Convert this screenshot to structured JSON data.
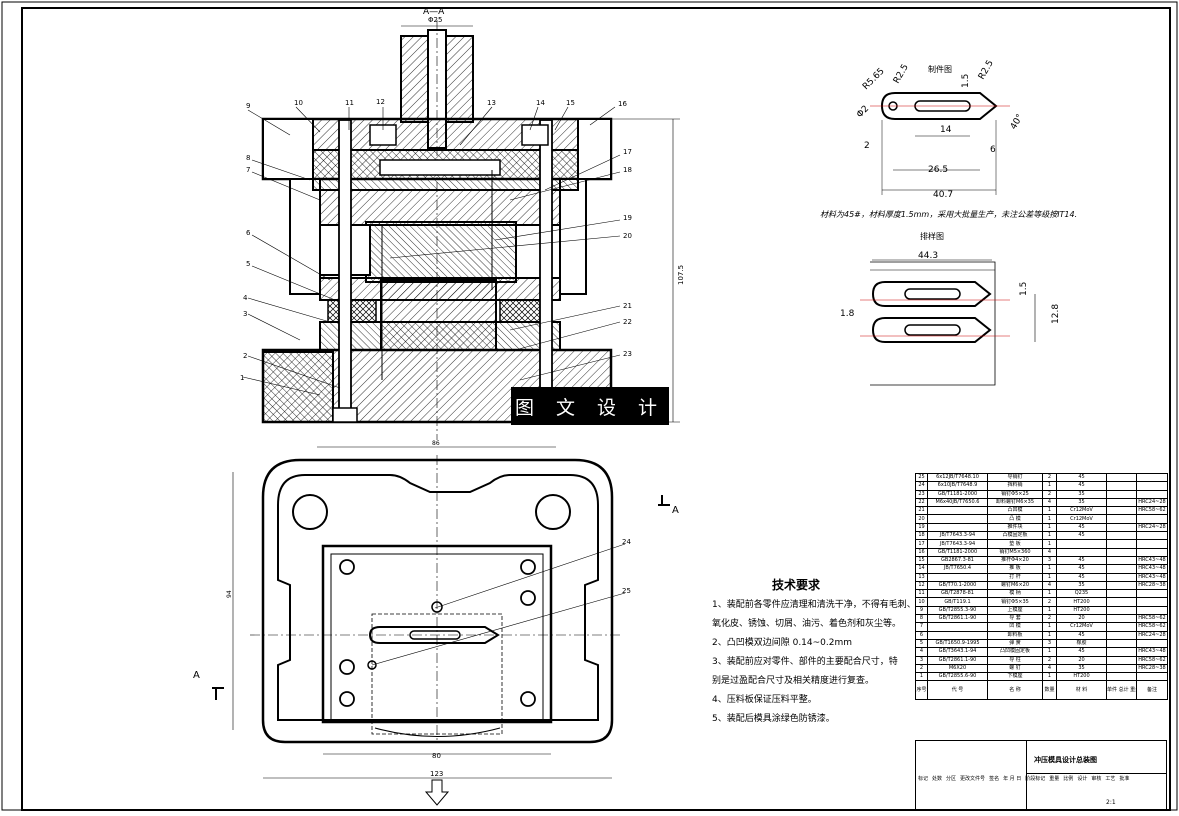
{
  "section_label": "A—A",
  "callouts": [
    "1",
    "2",
    "3",
    "4",
    "5",
    "6",
    "7",
    "8",
    "9",
    "10",
    "11",
    "12",
    "13",
    "14",
    "15",
    "16",
    "17",
    "18",
    "19",
    "20",
    "21",
    "22",
    "23",
    "24",
    "25"
  ],
  "dims_main": {
    "top": "Φ25",
    "height": "107.5",
    "plan_width": "86",
    "plan_height": "94",
    "inner_width": "80",
    "outer_width": "123"
  },
  "view_marks": {
    "a_right": "A",
    "a_left": "A"
  },
  "part_drawing": {
    "title": "制件图",
    "dims": [
      "R5.65",
      "R2.5",
      "1.5",
      "R2.5",
      "Φ2",
      "40°",
      "2",
      "14",
      "6",
      "26.5",
      "40.7"
    ],
    "note": "材料为45#，材料厚度1.5mm，采用大批量生产，未注公差等级按IT14."
  },
  "layout_drawing": {
    "title": "排样图",
    "dims": [
      "44.3",
      "1.5",
      "1.8",
      "12.8"
    ]
  },
  "watermark": "图 文 设 计",
  "tech_requirements": {
    "title": "技术要求",
    "items": [
      "1、装配前各零件应清理和清洗干净，不得有毛刺、",
      "氧化皮、锈蚀、切屑、油污、着色剂和灰尘等。",
      "2、凸凹模双边间隙   0.14~0.2mm",
      "3、装配前应对零件、部件的主要配合尺寸，特",
      "别是过盈配合尺寸及相关精度进行复查。",
      "4、压料板保证压料平整。",
      "5、装配后模具涂绿色防锈漆。"
    ]
  },
  "bom": {
    "rows": [
      [
        "25",
        "6x12JB/T7648.10",
        "导销钉",
        "2",
        "45",
        "",
        ""
      ],
      [
        "24",
        "6x10JB/T7648.9",
        "挡料销",
        "1",
        "45",
        "",
        ""
      ],
      [
        "23",
        "GB/T1181-2000",
        "销钉Φ5×25",
        "2",
        "35",
        "",
        ""
      ],
      [
        "22",
        "M6x40JB/T7650.6",
        "卸料螺钉M6×35",
        "4",
        "35",
        "",
        "HRC24~28"
      ],
      [
        "21",
        "",
        "凸凹模",
        "1",
        "Cr12MoV",
        "",
        "HRC58~62"
      ],
      [
        "20",
        "",
        "凸 模",
        "1",
        "Cr12MoV",
        "",
        ""
      ],
      [
        "19",
        "",
        "推件块",
        "1",
        "45",
        "",
        "HRC24~28"
      ],
      [
        "18",
        "JB/T7643.3-94",
        "凸模固定板",
        "1",
        "45",
        "",
        ""
      ],
      [
        "17",
        "JB/T7643.3-94",
        "垫 板",
        "1",
        "",
        "",
        ""
      ],
      [
        "16",
        "GB/T1181-2000",
        "销钉M5×360",
        "4",
        "",
        "",
        ""
      ],
      [
        "15",
        "GB2867.3-81",
        "推杆Φ4×20",
        "3",
        "45",
        "",
        "HRC43~48"
      ],
      [
        "14",
        "JB/T7650.4",
        "推 板",
        "1",
        "45",
        "",
        "HRC43~48"
      ],
      [
        "13",
        "",
        "打 杆",
        "1",
        "45",
        "",
        "HRC43~48"
      ],
      [
        "12",
        "GB/T70.1-2000",
        "螺钉M6×20",
        "4",
        "35",
        "",
        "HRC28~38"
      ],
      [
        "11",
        "GB/T2878-81",
        "模 柄",
        "1",
        "Q235",
        "",
        ""
      ],
      [
        "10",
        "GB/T119.1",
        "销钉Φ5×35",
        "2",
        "HT200",
        "",
        ""
      ],
      [
        "9",
        "GB/T2855.3-90",
        "上模座",
        "1",
        "HT200",
        "",
        ""
      ],
      [
        "8",
        "GB/T2861.1-90",
        "导 套",
        "2",
        "20",
        "",
        "HRC58~62"
      ],
      [
        "7",
        "",
        "凹 模",
        "1",
        "Cr12MoV",
        "",
        "HRC58~62"
      ],
      [
        "6",
        "",
        "卸料板",
        "1",
        "45",
        "",
        "HRC24~28"
      ],
      [
        "5",
        "GB/T1650.9-1995",
        "弹 簧",
        "3",
        "橡胶",
        "",
        ""
      ],
      [
        "4",
        "GB/T3643.1-94",
        "凸凹模固定板",
        "1",
        "45",
        "",
        "HRC43~48"
      ],
      [
        "3",
        "GB/T2861.1-90",
        "导 柱",
        "2",
        "20",
        "",
        "HRC58~62"
      ],
      [
        "2",
        "M6X20",
        "螺 钉",
        "4",
        "35",
        "",
        "HRC28~38"
      ],
      [
        "1",
        "GB/T2855.6-90",
        "下模座",
        "1",
        "HT200",
        "",
        ""
      ]
    ],
    "header": [
      "序号",
      "代 号",
      "名 称",
      "数量",
      "材 料",
      "单件 总计 重量",
      "备注"
    ]
  },
  "title_block": {
    "drawing_title": "冲压模具设计总装图",
    "labels": [
      "标记",
      "处数",
      "分区",
      "更改文件号",
      "签名",
      "年 月 日",
      "阶段标记",
      "重量",
      "比例",
      "设计",
      "审核",
      "工艺",
      "批准"
    ],
    "scale": "2:1"
  }
}
